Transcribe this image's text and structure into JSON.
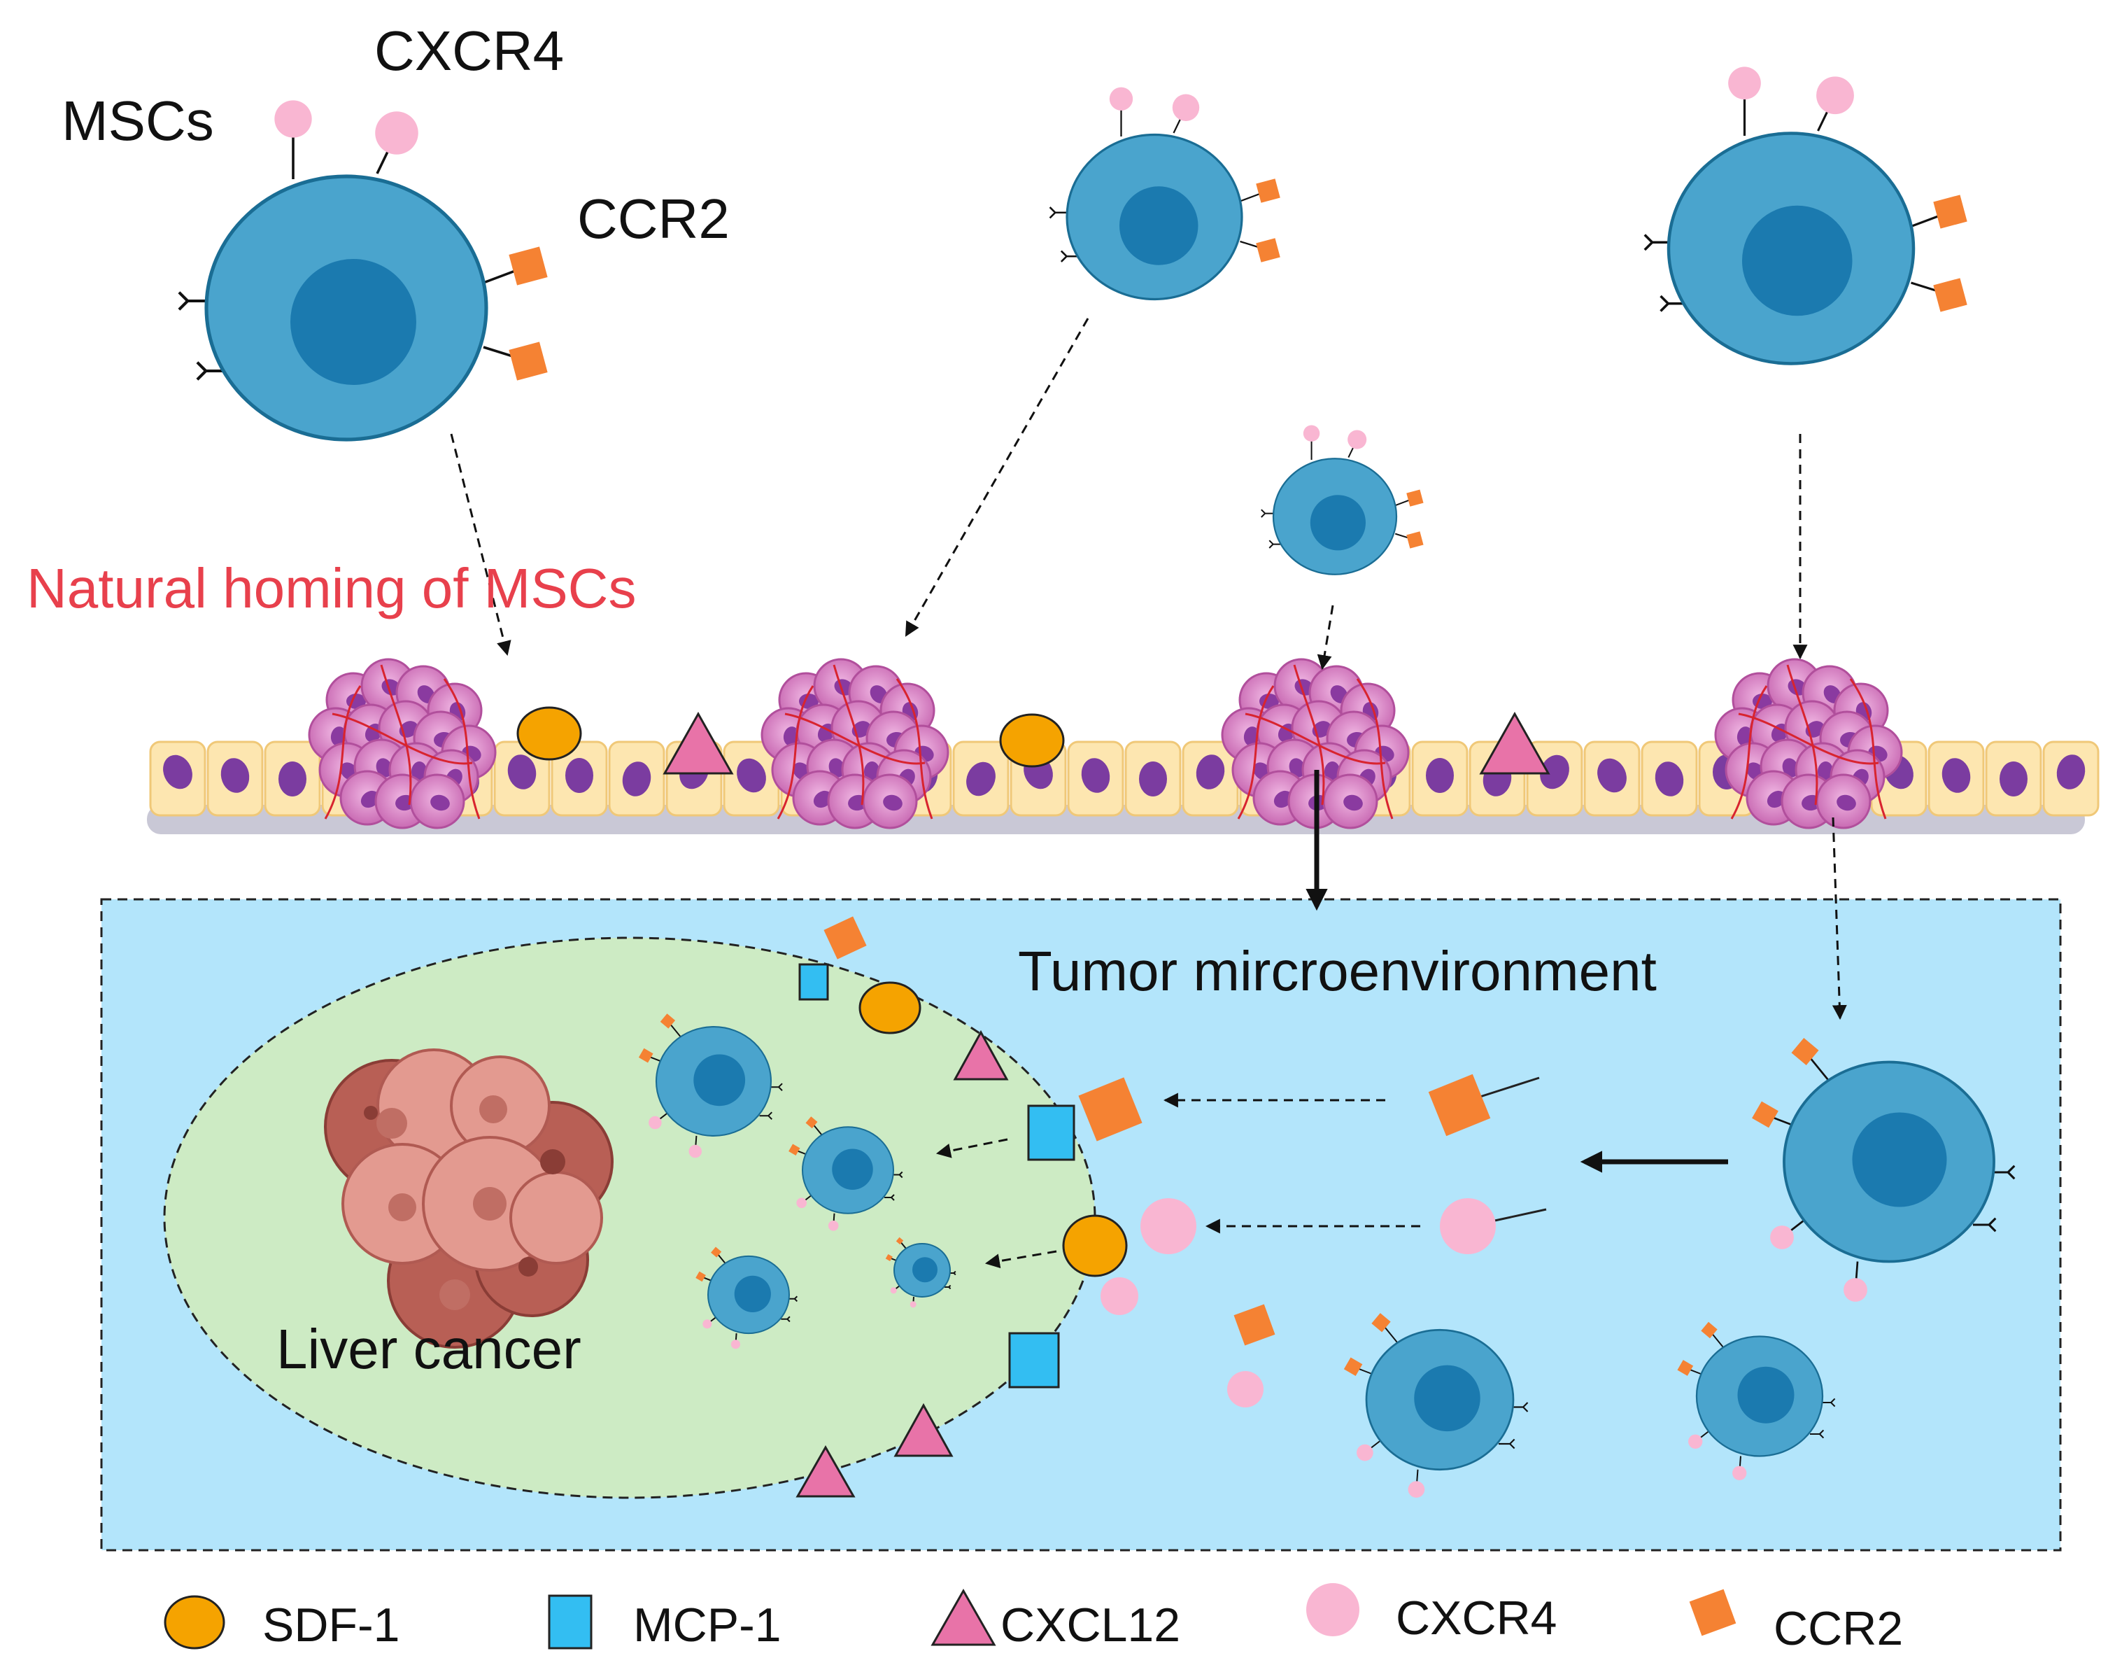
{
  "labels": {
    "mscs": "MSCs",
    "cxcr4": "CXCR4",
    "ccr2": "CCR2",
    "natural_homing": "Natural homing of MSCs",
    "tumor_microenvironment": "Tumor mircroenvironment",
    "liver_cancer": "Liver cancer"
  },
  "legend": [
    {
      "shape": "ellipse",
      "label": "SDF-1",
      "color": "#f5a300"
    },
    {
      "shape": "square",
      "label": "MCP-1",
      "color": "#33bef2"
    },
    {
      "shape": "triangle",
      "label": "CXCL12",
      "color": "#e873a8"
    },
    {
      "shape": "circle",
      "label": "CXCR4",
      "color": "#f9b6d2"
    },
    {
      "shape": "diamond",
      "label": "CCR2",
      "color": "#f58233"
    }
  ],
  "colors": {
    "cell_body": "#4aa4cd",
    "cell_nucleus": "#1b7aaf",
    "cell_outline": "#1a6d94",
    "sdf1": "#f5a300",
    "mcp1": "#33bef2",
    "cxcl12": "#e873a8",
    "cxcr4": "#f9b6d2",
    "ccr2": "#f58233",
    "homing_text": "#e8404c",
    "tme_background": "#b3e5fb",
    "liver_zone": "#cdebc4",
    "epithelial_cell": "#fde6b0",
    "epithelial_nucleus": "#7b3ca0",
    "tumor_cluster": "#e9a3d6",
    "liver_tumor": "#d98c80"
  }
}
